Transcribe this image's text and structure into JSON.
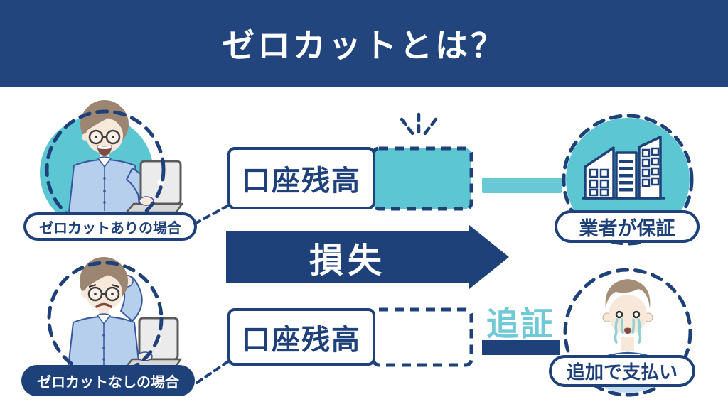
{
  "header": {
    "title": "ゼロカットとは？"
  },
  "cases": {
    "with_zerocut": {
      "label": "ゼロカットありの場合",
      "balance": "口座残高",
      "result": "業者が保証"
    },
    "without_zerocut": {
      "label": "ゼロカットなしの場合",
      "balance": "口座残高",
      "result": "追加で支払い",
      "margin_call": "追証"
    }
  },
  "arrow": {
    "label": "損失"
  },
  "colors": {
    "navy": "#1e4179",
    "header_navy": "#21457c",
    "teal": "#5cc6d2",
    "teal_bar": "#68c8d3",
    "teal_text": "#6fc9d6",
    "shirt_blue": "#b6cfec",
    "skin": "#f8e8da",
    "hair_brown": "#9c8672"
  },
  "icons": {
    "happy_trader": "trader-with-laptop-smiling",
    "worried_trader": "trader-with-laptop-worried",
    "broker_buildings": "office-buildings",
    "crying_trader": "crying-man",
    "sparkle": "attention-sparkle"
  }
}
